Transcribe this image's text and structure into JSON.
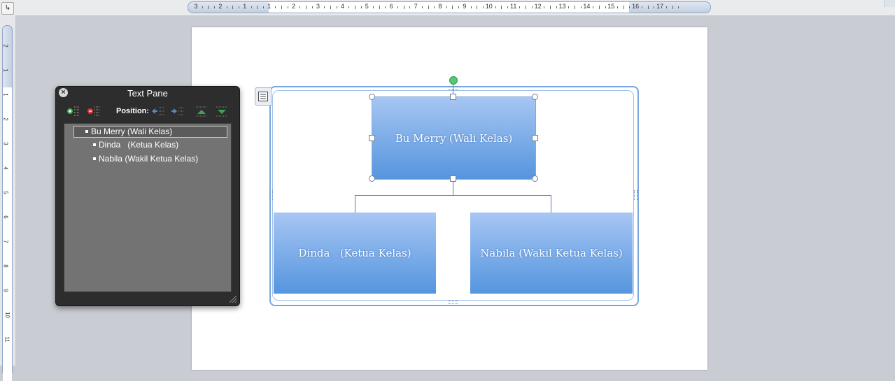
{
  "text_pane": {
    "title": "Text Pane",
    "position_label": "Position:",
    "items": [
      {
        "label": "Bu Merry (Wali Kelas)",
        "level": 1,
        "selected": true
      },
      {
        "label": "Dinda   (Ketua Kelas)",
        "level": 2
      },
      {
        "label": "Nabila (Wakil Ketua Kelas)",
        "level": 2
      }
    ]
  },
  "smartart": {
    "root": "Bu Merry (Wali Kelas)",
    "children": [
      "Dinda   (Ketua Kelas)",
      "Nabila (Wakil Ketua Kelas)"
    ]
  },
  "ruler": {
    "horizontal_labels": [
      "3",
      "2",
      "1",
      "1",
      "2",
      "3",
      "4",
      "5",
      "6",
      "7",
      "8",
      "9",
      "10",
      "11",
      "12",
      "13",
      "14",
      "15",
      "16",
      "17"
    ],
    "vertical_labels": [
      "2",
      "1",
      "1",
      "2",
      "3",
      "4",
      "5",
      "6",
      "7",
      "8",
      "9",
      "10",
      "11"
    ]
  },
  "colors": {
    "node_top": "#a7c6f3",
    "node_bottom": "#5595de",
    "accent": "#79a6dc"
  }
}
